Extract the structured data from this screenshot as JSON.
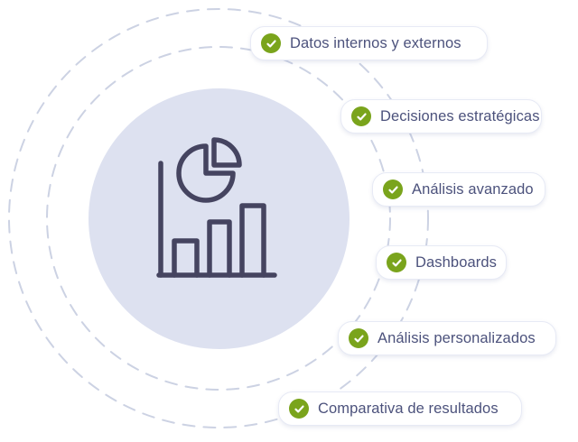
{
  "colors": {
    "circle_fill": "#dde1f0",
    "icon_stroke": "#454460",
    "dash_stroke": "#ccd2e3",
    "pill_bg": "#ffffff",
    "pill_border": "#e7eaf5",
    "text": "#4c527c",
    "check_green": "#7aa41c",
    "check_mark": "#ffffff"
  },
  "diagram": {
    "center_icon": "bar-and-pie-chart",
    "features": [
      {
        "label": "Datos internos y externos"
      },
      {
        "label": "Decisiones estratégicas"
      },
      {
        "label": "Análisis avanzado"
      },
      {
        "label": "Dashboards"
      },
      {
        "label": "Análisis personalizados"
      },
      {
        "label": "Comparativa de resultados"
      }
    ]
  }
}
